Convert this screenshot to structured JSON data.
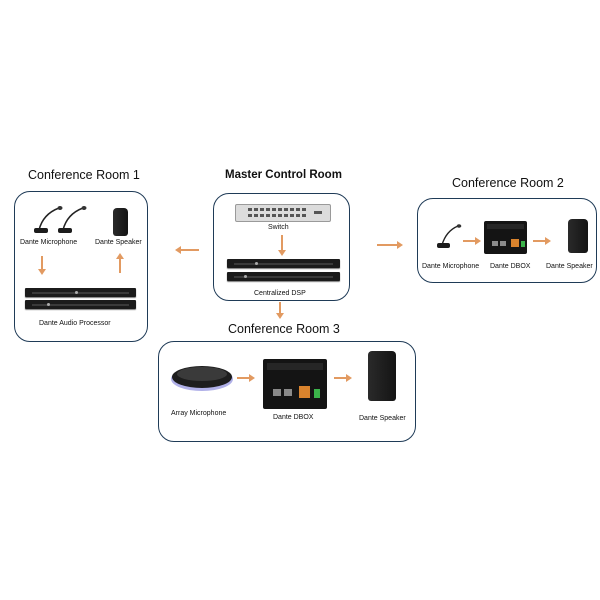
{
  "rooms": {
    "room1": {
      "title": "Conference Room 1",
      "labels": {
        "mic": "Dante Microphone",
        "speaker": "Dante Speaker",
        "processor": "Dante Audio Processor"
      }
    },
    "master": {
      "title": "Master Control Room",
      "labels": {
        "switch": "Switch",
        "dsp": "Centralized DSP"
      }
    },
    "room2": {
      "title": "Conference Room 2",
      "labels": {
        "mic": "Dante Microphone",
        "dbox": "Dante DBOX",
        "speaker": "Dante Speaker"
      }
    },
    "room3": {
      "title": "Conference Room 3",
      "labels": {
        "mic": "Array Microphone",
        "dbox": "Dante DBOX",
        "speaker": "Dante Speaker"
      }
    }
  },
  "colors": {
    "border": "#1f3b57",
    "arrow": "#e29a61",
    "device": "#1b1b1b"
  },
  "icons": [
    "gooseneck-microphone-icon",
    "speaker-icon",
    "audio-processor-rack-icon",
    "network-switch-icon",
    "dsp-rack-icon",
    "dbox-icon",
    "array-microphone-icon"
  ]
}
